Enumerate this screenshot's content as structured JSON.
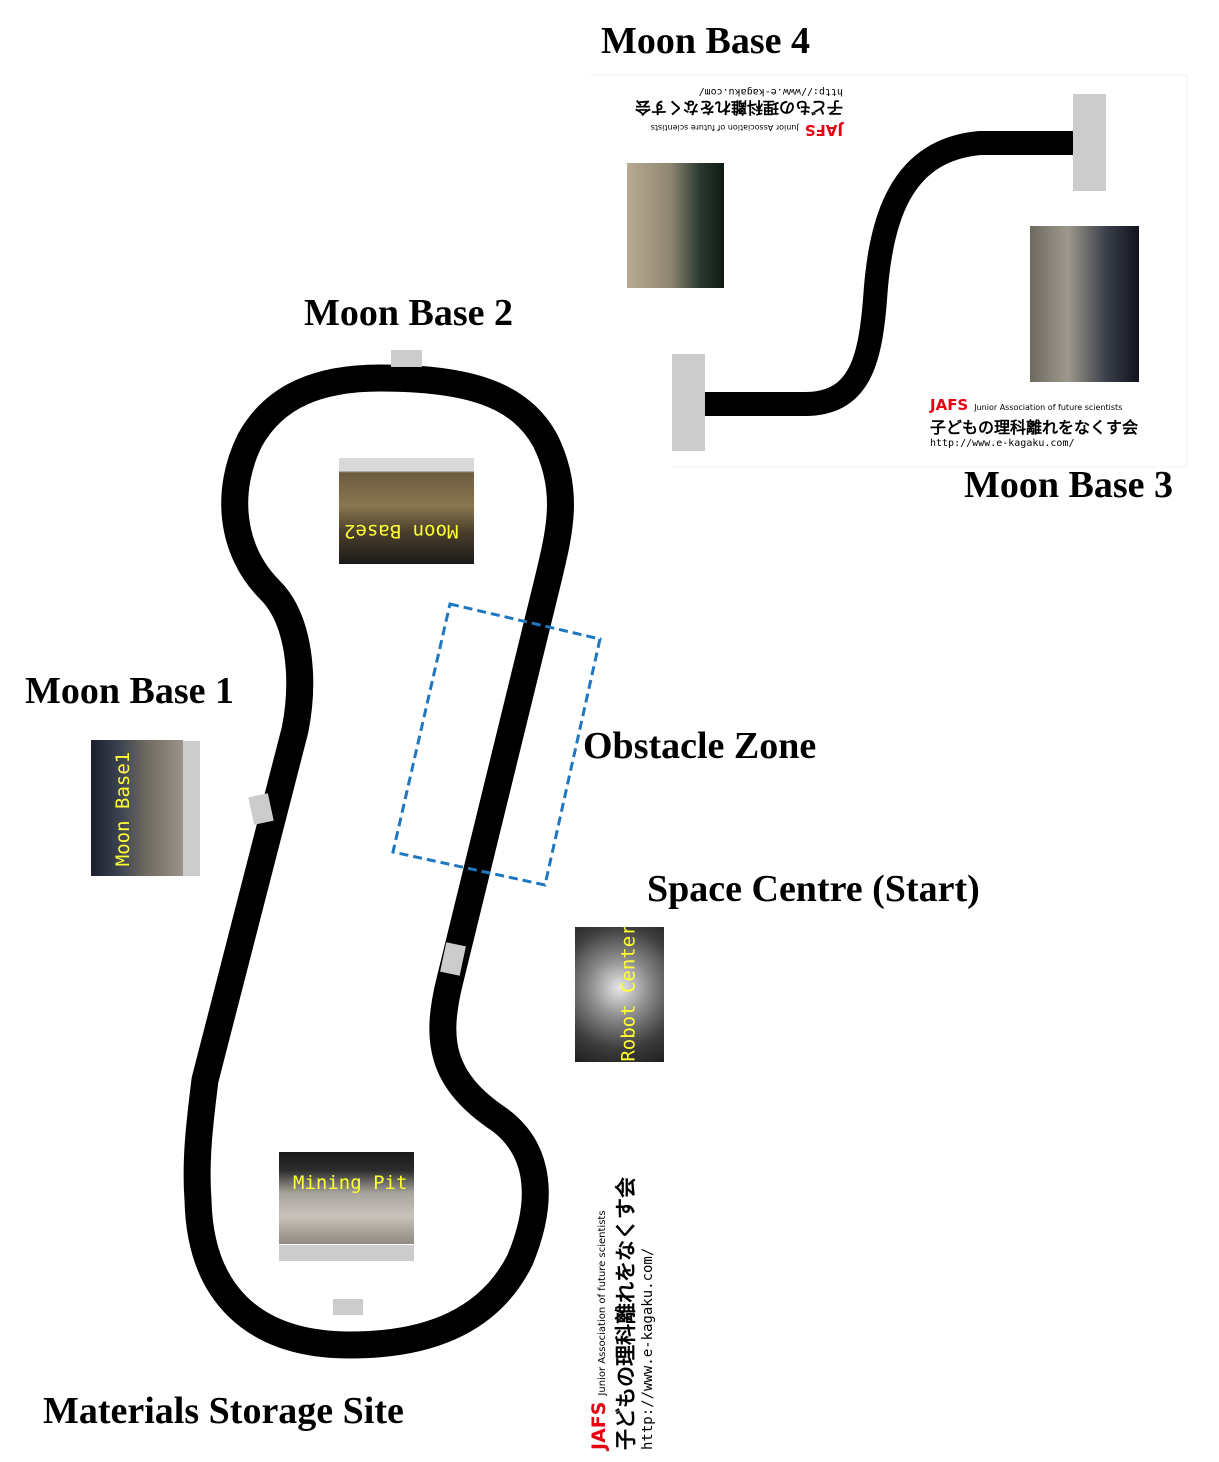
{
  "labels": {
    "moon_base_4": "Moon Base 4",
    "moon_base_2": "Moon Base 2",
    "moon_base_3": "Moon Base 3",
    "moon_base_1": "Moon Base 1",
    "obstacle_zone": "Obstacle Zone",
    "space_centre": "Space Centre (Start)",
    "materials_storage": "Materials Storage Site"
  },
  "photo_captions": {
    "moon_base2": "Moon Base2",
    "moon_base1": "Moon Base1",
    "robot_center": "Robot Center",
    "mining_pit": "Mining Pit"
  },
  "jafs": {
    "logo": "JAFS",
    "subtitle": "Junior Association of future scientists",
    "japanese": "子どもの理科離れをなくす会",
    "url": "http://www.e-kagaku.com/"
  },
  "colors": {
    "track": "#000000",
    "marker": "#cccccc",
    "obstacle_border": "#1f77c0",
    "caption": "#ffff33",
    "logo": "#e60012"
  }
}
